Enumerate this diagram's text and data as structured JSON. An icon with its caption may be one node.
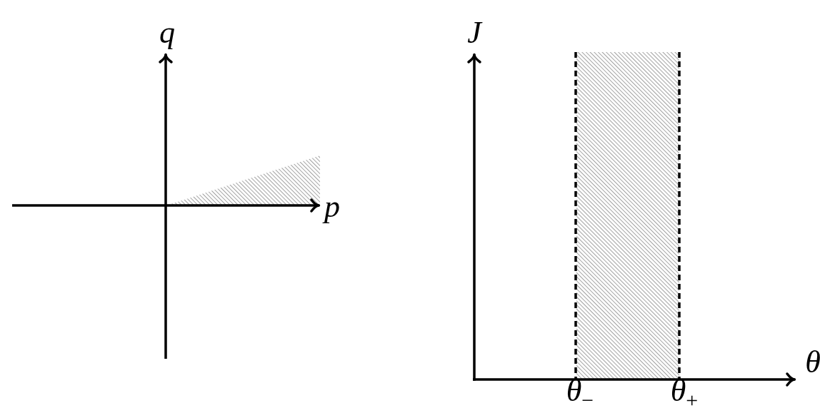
{
  "diagram": {
    "nodes": [
      {
        "text": [],
        "shape": "triangle"
      },
      {
        "text": [],
        "shape": "box"
      }
    ],
    "labels": [
      "q",
      "p",
      "J",
      "θ",
      "θ$_{−}$",
      "θ$_{+}$"
    ]
  }
}
